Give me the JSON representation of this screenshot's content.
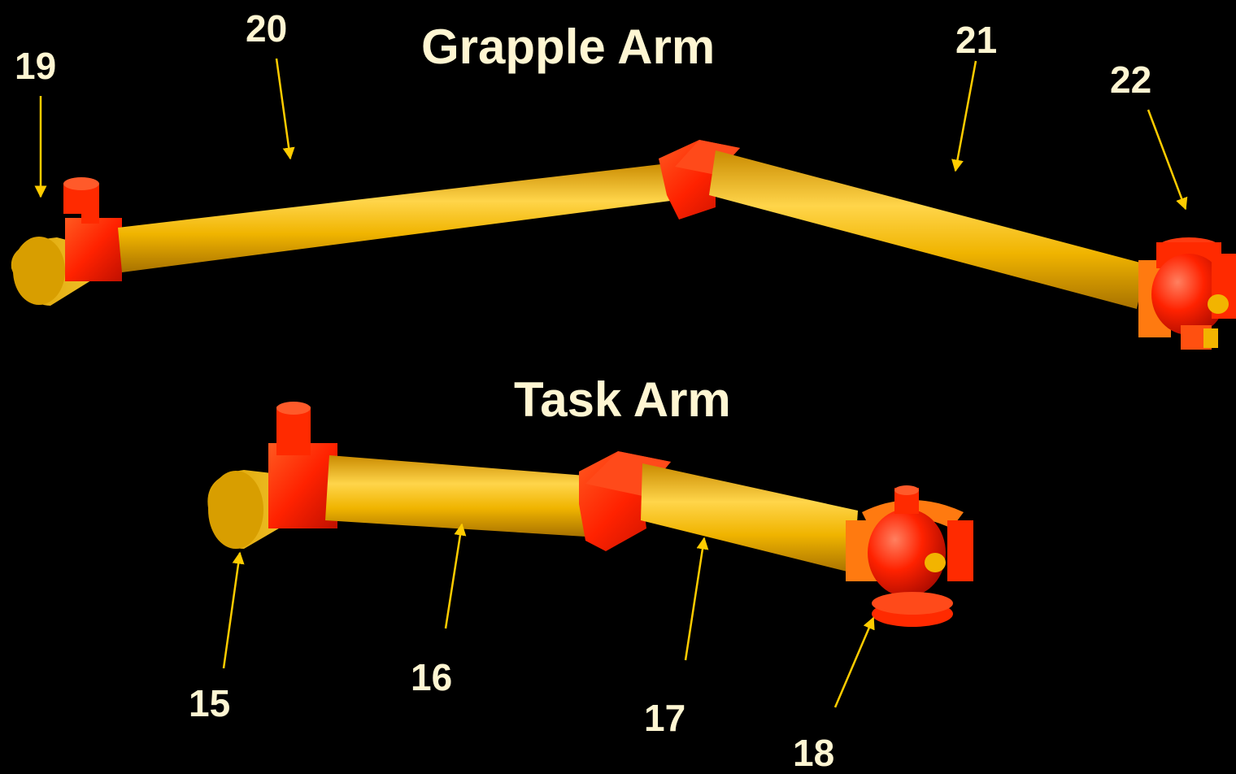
{
  "titles": {
    "grapple": "Grapple Arm",
    "task": "Task Arm"
  },
  "labels": {
    "n15": "15",
    "n16": "16",
    "n17": "17",
    "n18": "18",
    "n19": "19",
    "n20": "20",
    "n21": "21",
    "n22": "22"
  },
  "colors": {
    "background": "#000000",
    "text": "#fff6d2",
    "boom": "#f0b400",
    "joint": "#ff2a00",
    "end_effector": "#ff6a00",
    "arrow": "#ffcc00"
  }
}
